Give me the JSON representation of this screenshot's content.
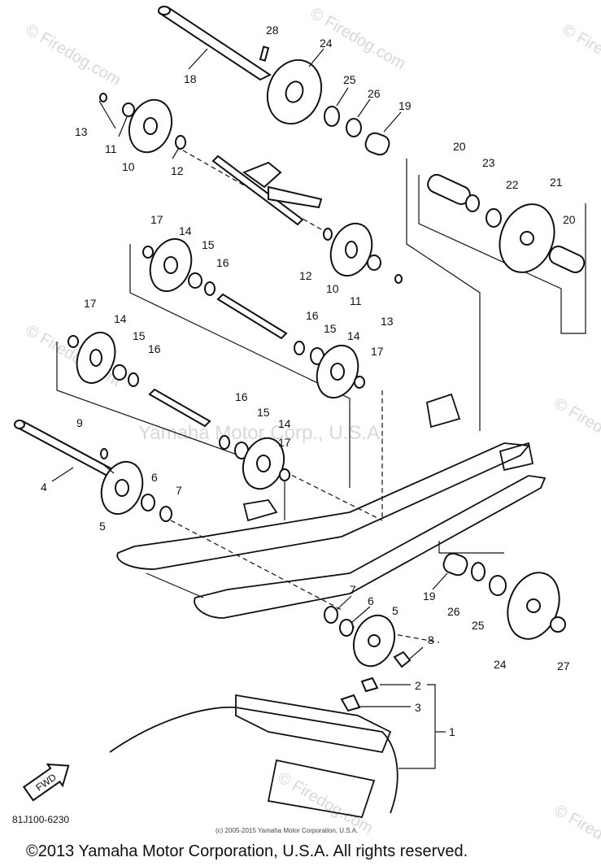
{
  "watermarks": {
    "firedog": "© Firedog.com",
    "center": "Yamaha Motor Corp., U.S.A."
  },
  "diagram_code": "81J100-6230",
  "fwd_label": "FWD",
  "footer": {
    "small": "(c) 2005-2015 Yamaha Motor Corporation, U.S.A.",
    "copyright": "©2013 Yamaha Motor Corporation, U.S.A. All rights reserved."
  },
  "callouts": [
    {
      "id": "28",
      "label": "28"
    },
    {
      "id": "24a",
      "label": "24"
    },
    {
      "id": "18",
      "label": "18"
    },
    {
      "id": "25a",
      "label": "25"
    },
    {
      "id": "26a",
      "label": "26"
    },
    {
      "id": "19a",
      "label": "19"
    },
    {
      "id": "13a",
      "label": "13"
    },
    {
      "id": "11a",
      "label": "11"
    },
    {
      "id": "10a",
      "label": "10"
    },
    {
      "id": "12a",
      "label": "12"
    },
    {
      "id": "20a",
      "label": "20"
    },
    {
      "id": "23",
      "label": "23"
    },
    {
      "id": "22",
      "label": "22"
    },
    {
      "id": "21",
      "label": "21"
    },
    {
      "id": "20b",
      "label": "20"
    },
    {
      "id": "17a",
      "label": "17"
    },
    {
      "id": "14a",
      "label": "14"
    },
    {
      "id": "15a",
      "label": "15"
    },
    {
      "id": "16a",
      "label": "16"
    },
    {
      "id": "12b",
      "label": "12"
    },
    {
      "id": "10b",
      "label": "10"
    },
    {
      "id": "11b",
      "label": "11"
    },
    {
      "id": "13b",
      "label": "13"
    },
    {
      "id": "17b",
      "label": "17"
    },
    {
      "id": "14b",
      "label": "14"
    },
    {
      "id": "15b",
      "label": "15"
    },
    {
      "id": "16b",
      "label": "16"
    },
    {
      "id": "16c",
      "label": "16"
    },
    {
      "id": "15c",
      "label": "15"
    },
    {
      "id": "14c",
      "label": "14"
    },
    {
      "id": "17c",
      "label": "17"
    },
    {
      "id": "16d",
      "label": "16"
    },
    {
      "id": "15d",
      "label": "15"
    },
    {
      "id": "14d",
      "label": "14"
    },
    {
      "id": "17d",
      "label": "17"
    },
    {
      "id": "9",
      "label": "9"
    },
    {
      "id": "4",
      "label": "4"
    },
    {
      "id": "6a",
      "label": "6"
    },
    {
      "id": "7a",
      "label": "7"
    },
    {
      "id": "5a",
      "label": "5"
    },
    {
      "id": "7b",
      "label": "7"
    },
    {
      "id": "6b",
      "label": "6"
    },
    {
      "id": "5b",
      "label": "5"
    },
    {
      "id": "19b",
      "label": "19"
    },
    {
      "id": "26b",
      "label": "26"
    },
    {
      "id": "25b",
      "label": "25"
    },
    {
      "id": "24b",
      "label": "24"
    },
    {
      "id": "27",
      "label": "27"
    },
    {
      "id": "8",
      "label": "8"
    },
    {
      "id": "2",
      "label": "2"
    },
    {
      "id": "3",
      "label": "3"
    },
    {
      "id": "1",
      "label": "1"
    }
  ]
}
